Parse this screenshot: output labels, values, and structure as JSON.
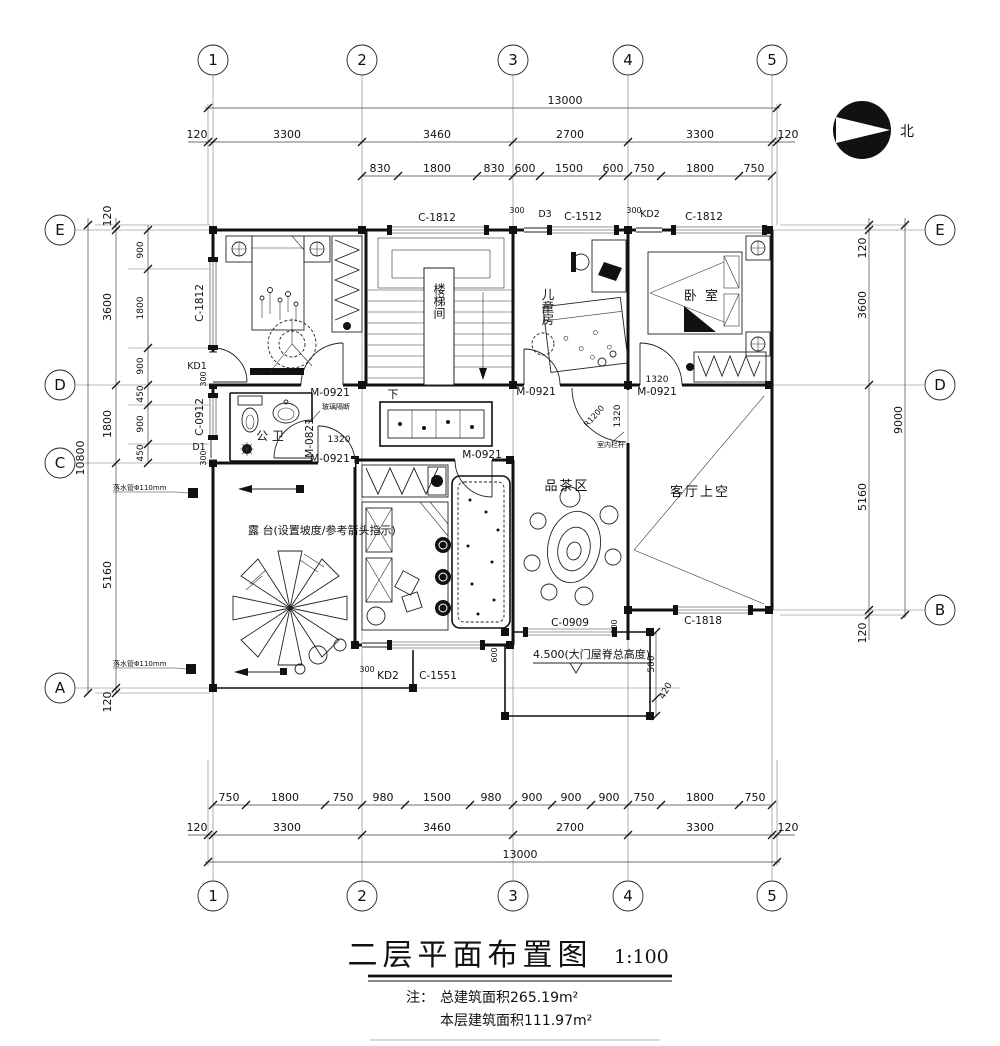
{
  "meta": {
    "drawing_title": "二层平面布置图",
    "scale": "1:100",
    "note_prefix": "注：",
    "note_area_total": "总建筑面积265.19m²",
    "note_area_floor": "本层建筑面积111.97m²",
    "north_label": "北"
  },
  "grid": {
    "cols": [
      "1",
      "2",
      "3",
      "4",
      "5"
    ],
    "left_rows": [
      "E",
      "D",
      "C",
      "A"
    ],
    "right_rows": [
      "E",
      "D",
      "B"
    ]
  },
  "dims": {
    "top_total": "13000",
    "top_main": [
      "120",
      "3300",
      "3460",
      "2700",
      "3300",
      "120"
    ],
    "top_sub": [
      "830",
      "1800",
      "830",
      "600",
      "1500",
      "600",
      "750",
      "1800",
      "750"
    ],
    "bottom_sub": [
      "750",
      "1800",
      "750",
      "980",
      "1500",
      "980",
      "900",
      "900",
      "900",
      "750",
      "1800",
      "750"
    ],
    "bottom_main": [
      "120",
      "3300",
      "3460",
      "2700",
      "3300",
      "120"
    ],
    "bottom_total": "13000",
    "left_sub": [
      "900",
      "1800",
      "900",
      "450",
      "900",
      "450"
    ],
    "left_main": [
      "120",
      "3600",
      "1800",
      "5160",
      "120"
    ],
    "left_total": "10800",
    "right_main": [
      "120",
      "3600",
      "5160",
      "120"
    ],
    "right_total": "9000",
    "d1320": "1320",
    "d600": "600",
    "d500": "500",
    "d420": "420",
    "d300": "300",
    "r1200": "R1200"
  },
  "rooms": {
    "stair": "楼梯间",
    "kids": "儿童房",
    "master": "卧 室",
    "bath": "公 卫",
    "tea": "品茶区",
    "void": "客厅上空",
    "terrace": "露 台(设置坡度/参考箭头指示)",
    "down": "下"
  },
  "openings": {
    "c1812": "C-1812",
    "c1512": "C-1512",
    "c0912": "C-0912",
    "c1551": "C-1551",
    "c0909": "C-0909",
    "c1818": "C-1818",
    "d3": "D3",
    "d1": "D1",
    "kd1": "KD1",
    "kd2": "KD2",
    "m0921": "M-0921",
    "m0821": "M-0821"
  },
  "annotations": {
    "gate_height": "4.500(大门屋脊总高度)",
    "downpipe": "落水管Φ110mm",
    "glass_partition": "玻璃隔断",
    "railing": "室内栏杆"
  }
}
